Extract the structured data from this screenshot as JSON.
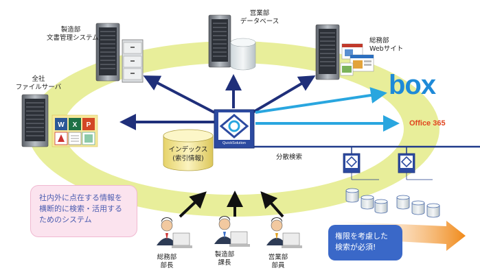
{
  "nodes": {
    "manufacturing_docs": {
      "line1": "製造部",
      "line2": "文書管理システム"
    },
    "sales_db": {
      "line1": "営業部",
      "line2": "データベース"
    },
    "general_web": {
      "line1": "総務部",
      "line2": "Webサイト"
    },
    "company_fileserver": {
      "line1": "全社",
      "line2": "ファイルサーバ"
    }
  },
  "cloud": {
    "box": "box",
    "office365": "Office 365"
  },
  "center": {
    "logo_text": "QuickSolution",
    "index_line1": "インデックス",
    "index_line2": "(索引情報)"
  },
  "distributed_search": "分散検索",
  "callout": {
    "line1": "社内外に点在する情報を",
    "line2": "横断的に検索・活用する",
    "line3": "ためのシステム"
  },
  "warning": {
    "line1": "権限を考慮した",
    "line2": "検索が必須!"
  },
  "users": [
    {
      "dept": "総務部",
      "role": "部長"
    },
    {
      "dept": "製造部",
      "role": "課長"
    },
    {
      "dept": "営業部",
      "role": "部員"
    }
  ],
  "colors": {
    "ring": "#e8ee9a",
    "arrow_dark": "#1f2f7a",
    "arrow_light": "#29a6df",
    "accent_blue": "#3a68c8",
    "callout_bg": "#fbe3ee"
  }
}
